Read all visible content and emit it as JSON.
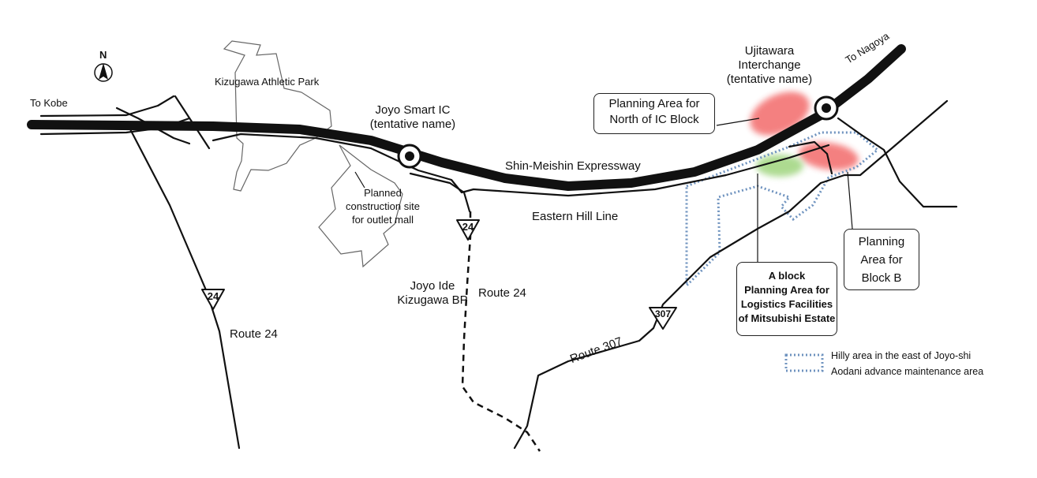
{
  "map": {
    "north_arrow": "N",
    "to_kobe": "To Kobe",
    "to_nagoya": "To Nagoya",
    "park": "Kizugawa Athletic Park",
    "joyo_ic": [
      "Joyo Smart IC",
      "(tentative name)"
    ],
    "ujitawara_ic": [
      "Ujitawara",
      "Interchange",
      "(tentative name)"
    ],
    "expressway": "Shin-Meishin Expressway",
    "eastern_hill_line": "Eastern Hill Line",
    "outlet_site": [
      "Planned",
      "construction site",
      "for outlet mall"
    ],
    "bypass": [
      "Joyo Ide",
      "Kizugawa BP"
    ],
    "route24_a": "Route 24",
    "route24_b": "Route 24",
    "route307": "Route 307",
    "shield_24_a": "24",
    "shield_24_b": "24",
    "shield_307": "307"
  },
  "callouts": {
    "north_ic": [
      "Planning Area for",
      "North of IC Block"
    ],
    "block_b": [
      "Planning",
      "Area for",
      "Block B"
    ],
    "block_a": [
      "A block",
      "Planning Area for",
      "Logistics Facilities",
      "of Mitsubishi Estate"
    ]
  },
  "legend": {
    "line1": "Hilly area in the east of Joyo-shi",
    "line2": "Aodani advance maintenance area"
  },
  "colors": {
    "planning_red": "#f47a7a",
    "planning_green": "#a9d98b",
    "dotted_border": "#6f93bf",
    "road": "#111111"
  }
}
